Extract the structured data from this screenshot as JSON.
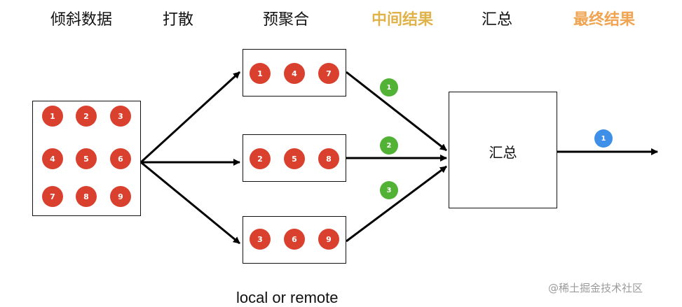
{
  "headers": {
    "skewed_data": "倾斜数据",
    "scatter": "打散",
    "pre_aggregate": "预聚合",
    "intermediate_result": "中间结果",
    "summary": "汇总",
    "final_result": "最终结果"
  },
  "skewed_block": {
    "items": [
      "1",
      "2",
      "3",
      "4",
      "5",
      "6",
      "7",
      "8",
      "9"
    ]
  },
  "partitions": [
    {
      "items": [
        "1",
        "4",
        "7"
      ]
    },
    {
      "items": [
        "2",
        "5",
        "8"
      ]
    },
    {
      "items": [
        "3",
        "6",
        "9"
      ]
    }
  ],
  "intermediate": [
    "1",
    "2",
    "3"
  ],
  "aggregator": {
    "label": "汇总"
  },
  "final": "1",
  "footer": "local or remote",
  "watermark": "@稀土掘金技术社区",
  "colors": {
    "item_red": "#d9402e",
    "intermediate_green": "#52b236",
    "final_blue": "#3d8fe8",
    "header_mid": "#e0b24a",
    "header_final": "#f0a350"
  }
}
